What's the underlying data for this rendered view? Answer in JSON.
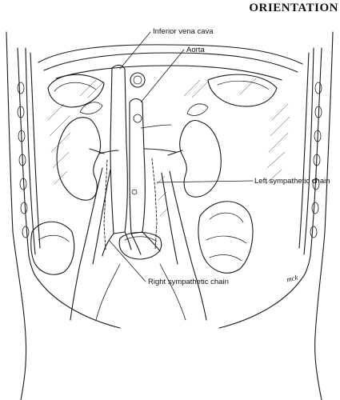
{
  "header": {
    "title": "ORIENTATION"
  },
  "labels": {
    "ivc": "Inferior vena cava",
    "aorta": "Aorta",
    "left_sympathetic_chain": "Left sympathetic chain",
    "right_sympathetic_chain": "Right sympathetic chain"
  },
  "signature": "mck"
}
